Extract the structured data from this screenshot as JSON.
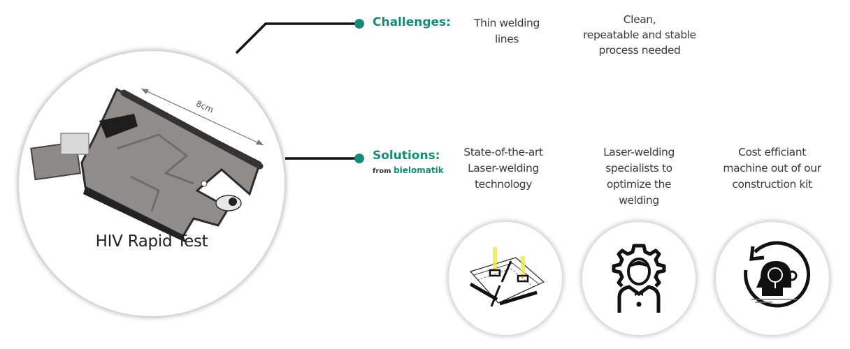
{
  "product": {
    "title": "HIV Rapid Test",
    "dimension_label": "8cm"
  },
  "challenges": {
    "heading": "Challenges:",
    "items": [
      {
        "text": "Thin welding\nlines"
      },
      {
        "text": "Clean,\nrepeatable and stable\nprocess needed"
      }
    ]
  },
  "solutions": {
    "heading": "Solutions:",
    "sub_prefix": "from",
    "brand": "bielomatik",
    "items": [
      {
        "text": "State-of-the-art\nLaser-welding\ntechnology",
        "icon": "laser-welding-machine-icon"
      },
      {
        "text": "Laser-welding\nspecialists to\noptimize the\nwelding",
        "icon": "specialist-gear-icon"
      },
      {
        "text": "Cost efficiant\nmachine out of our\nconstruction kit",
        "icon": "idea-cycle-icon"
      }
    ]
  },
  "colors": {
    "accent": "#1a8a78",
    "line": "#111111",
    "text": "#3a3a3a"
  }
}
